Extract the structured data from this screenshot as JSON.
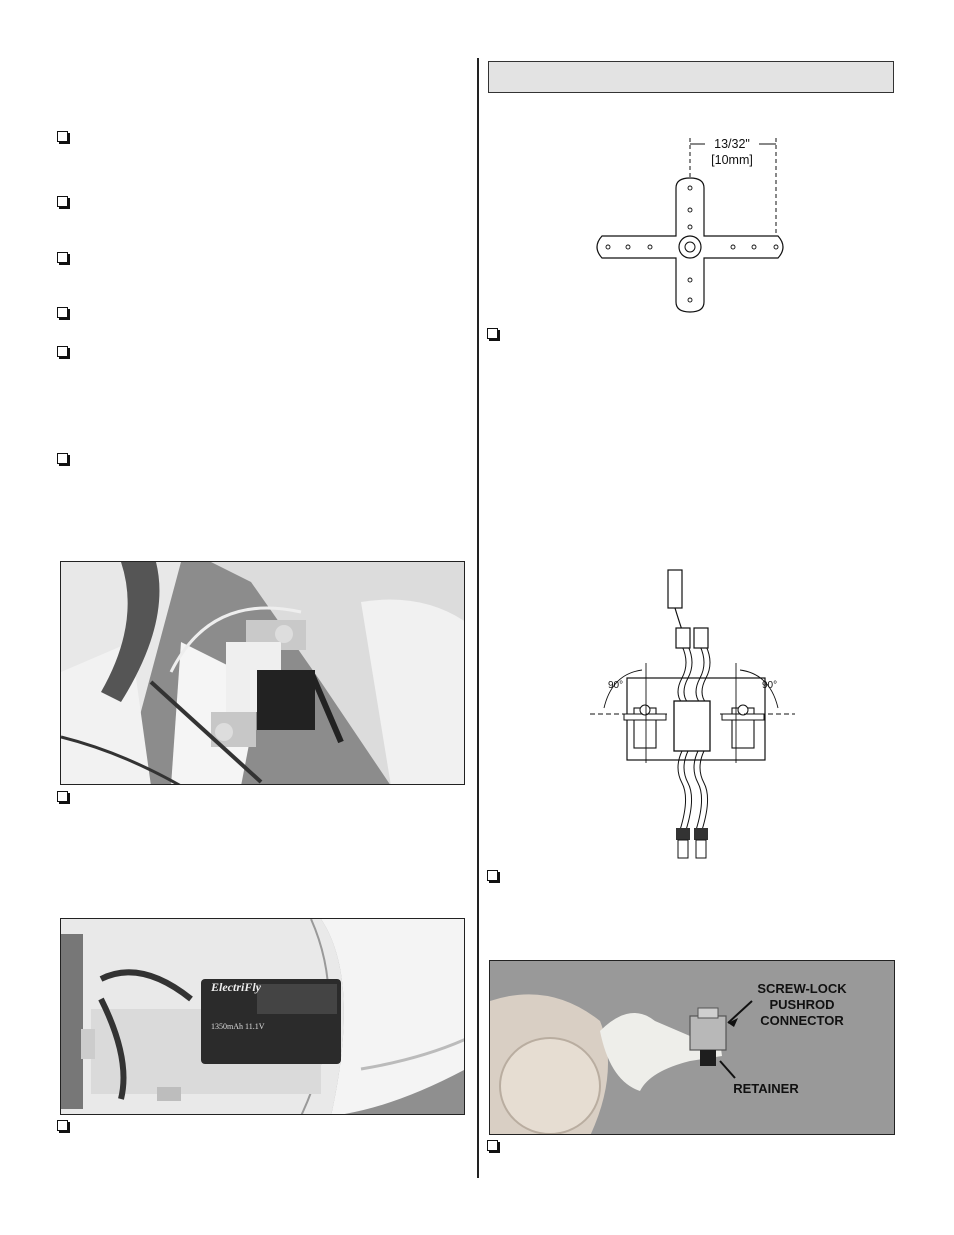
{
  "figures": {
    "servo_arm": {
      "dimension_line1": "13/32\"",
      "dimension_line2": "[10mm]"
    },
    "servo_install": {
      "left_angle": "90°",
      "right_angle": "90°"
    },
    "pushrod_connector": {
      "callout_line1": "SCREW-LOCK",
      "callout_line2": "PUSHROD",
      "callout_line3": "CONNECTOR",
      "callout_retainer": "RETAINER"
    },
    "battery_photo": {
      "brand": "ElectriFly",
      "spec": "1350mAh  11.1V"
    }
  },
  "colors": {
    "section_bar": "#e3e3e3",
    "photo_background": "#8f8f8f"
  }
}
